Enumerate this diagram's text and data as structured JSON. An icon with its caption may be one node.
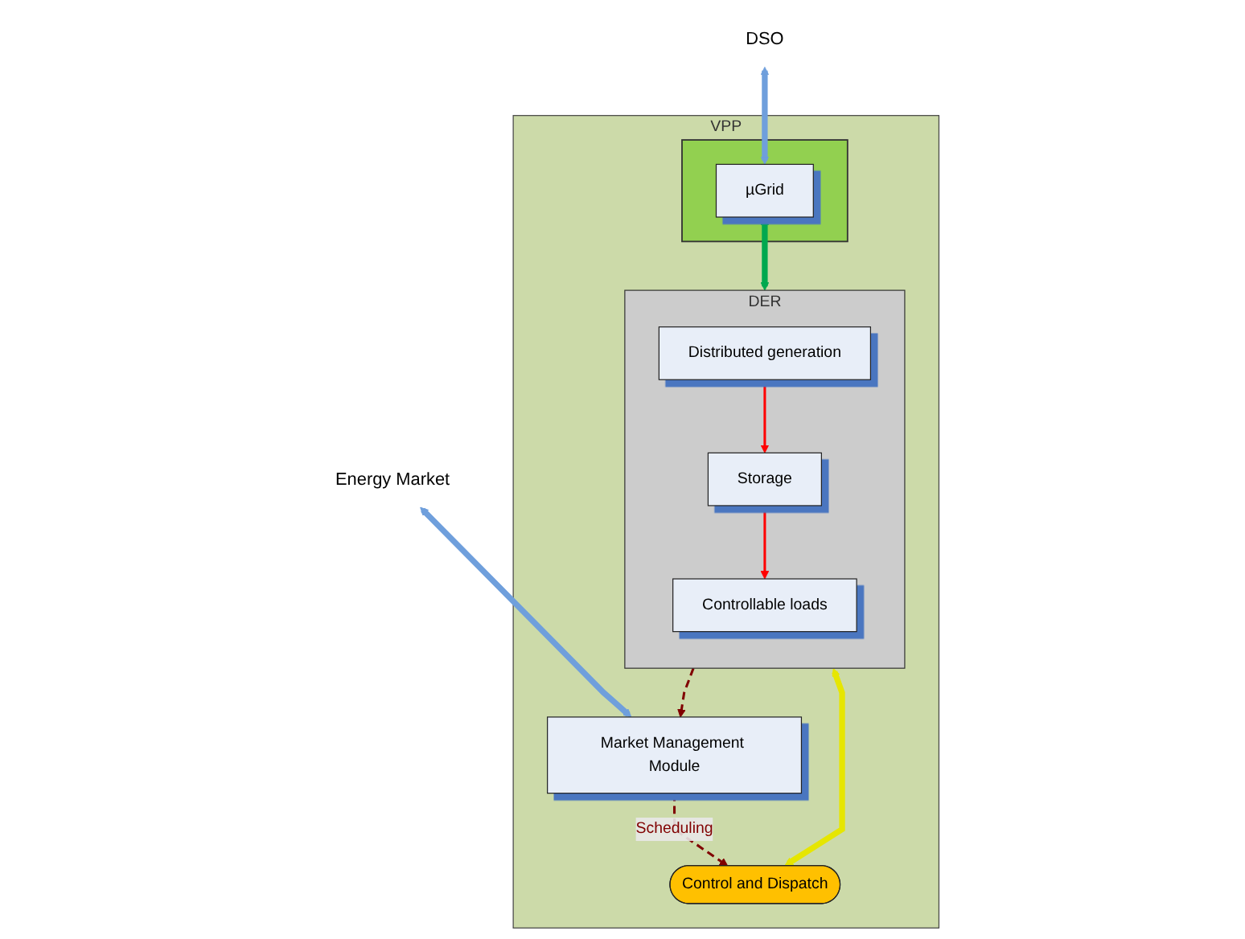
{
  "diagram": {
    "nodes": [
      {
        "text": [
          "DSO"
        ]
      },
      {
        "text": [
          "Energy Market"
        ]
      },
      {
        "text": [
          "VPP"
        ]
      },
      {
        "text": [],
        "shape": "box",
        "in": 2
      },
      {
        "text": [
          "µGrid"
        ],
        "in": 3
      },
      {
        "text": [
          "DER"
        ],
        "in": 2
      },
      {
        "text": [
          "Distributed generation"
        ],
        "in": 5
      },
      {
        "text": [
          "Controllable loads"
        ],
        "in": 5
      },
      {
        "text": [
          "Storage"
        ],
        "in": 5
      },
      {
        "text": [
          "Market Management Module"
        ],
        "in": 2
      },
      {
        "text": [
          "Control and Dispatch"
        ],
        "in": 2
      }
    ],
    "edges": [
      {
        "from": 0,
        "to": 4,
        "arrow": "both",
        "style": "thick",
        "color": "#6f9fdc"
      },
      {
        "from": 1,
        "to": 9,
        "arrow": "both",
        "style": "thick",
        "color": "#6f9fdc"
      },
      {
        "from": 4,
        "to": 5,
        "arrow": "both",
        "style": "thick",
        "color": "#00a84f"
      },
      {
        "from": 6,
        "to": 8,
        "arrow": "to",
        "color": "#ff0000"
      },
      {
        "from": 8,
        "to": 7,
        "arrow": "to",
        "color": "#ff0000"
      },
      {
        "from": 5,
        "to": 9,
        "arrow": "to",
        "style": "dashed",
        "color": "#800000"
      },
      {
        "from": 9,
        "to": 10,
        "arrow": "to",
        "label": "Scheduling",
        "style": "dashed",
        "color": "#800000"
      },
      {
        "from": 5,
        "to": 10,
        "arrow": "both",
        "style": "thick",
        "color": "#e6e600"
      }
    ]
  }
}
